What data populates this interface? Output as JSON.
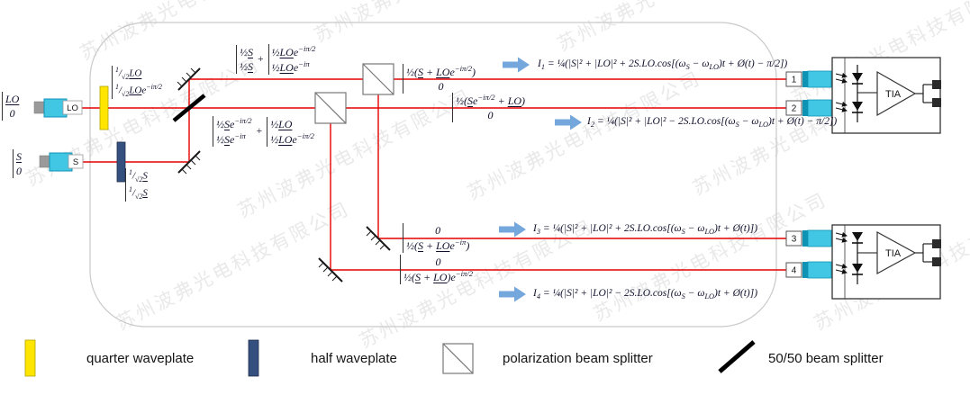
{
  "watermark": {
    "text": "苏州波弗光电科技有限公司"
  },
  "colors": {
    "beam": "#e60000",
    "connector_cyan": "#41c7e3",
    "quarter_waveplate_yellow": "#ffe500",
    "half_waveplate_navy": "#35507e",
    "arrow_blue": "#74a7dc"
  },
  "inputs": {
    "lo": {
      "label": "LO",
      "ket": [
        "<u>LO</u>",
        "0"
      ]
    },
    "s": {
      "label": "S",
      "ket": [
        "<u>S</u>",
        "0"
      ]
    }
  },
  "formulas": {
    "after_qwp": [
      "<sup>1</sup>/<sub>√2</sub><u>LO</u>",
      "<sup>1</sup>/<sub>√2</sub><u>LO</u>e<sup>−iπ/2</sup>"
    ],
    "after_hwp": [
      "<sup>1</sup>/<sub>√2</sub><u>S</u>",
      "<sup>1</sup>/<sub>√2</sub><u>S</u>"
    ],
    "sum_top": {
      "left": [
        "½<u>S</u>",
        "½<u>S</u>"
      ],
      "plus": "+",
      "right": [
        "½<u>LO</u>e<sup>−iπ/2</sup>",
        "½<u>LO</u>e<sup>−iπ</sup>"
      ]
    },
    "sum_mid": {
      "left": [
        "½<u>S</u>e<sup>−iπ/2</sup>",
        "½<u>S</u>e<sup>−iπ</sup>"
      ],
      "plus": "+",
      "right": [
        "½<u>LO</u>",
        "½<u>LO</u>e<sup>−iπ/2</sup>"
      ]
    },
    "out1": [
      "½(<u>S</u> + <u>LO</u>e<sup>−iπ/2</sup>)",
      "0"
    ],
    "out2": [
      "½(<u>S</u>e<sup>−iπ/2</sup> + <u>LO</u>)",
      "0"
    ],
    "out3": [
      "0",
      "½(<u>S</u> + <u>LO</u>e<sup>−iπ</sup>)"
    ],
    "out4": [
      "0",
      "½(<u>S</u> + <u>LO</u>)e<sup>−iπ/2</sup>"
    ],
    "i1": "I<sub>1</sub> = ¼(|S|² + |LO|² + 2S.LO.cos[(ω<sub>S</sub> − ω<sub>LO</sub>)t + Ø(t) − π/2])",
    "i2": "I<sub>2</sub> = ¼(|S|² + |LO|² − 2S.LO.cos[(ω<sub>S</sub> − ω<sub>LO</sub>)t + Ø(t) − π/2])",
    "i3": "I<sub>3</sub> = ¼(|S|² + |LO|² + 2S.LO.cos[(ω<sub>S</sub> − ω<sub>LO</sub>)t + Ø(t)])",
    "i4": "I<sub>4</sub> = ¼(|S|² + |LO|² − 2S.LO.cos[(ω<sub>S</sub> − ω<sub>LO</sub>)t + Ø(t)])"
  },
  "outputs": [
    {
      "number": "1"
    },
    {
      "number": "2"
    },
    {
      "number": "3"
    },
    {
      "number": "4"
    }
  ],
  "detectors": {
    "tia_label": "TIA"
  },
  "legend": {
    "items": [
      {
        "label": "quarter waveplate"
      },
      {
        "label": "half waveplate"
      },
      {
        "label": "polarization beam splitter"
      },
      {
        "label": "50/50 beam splitter"
      }
    ]
  }
}
